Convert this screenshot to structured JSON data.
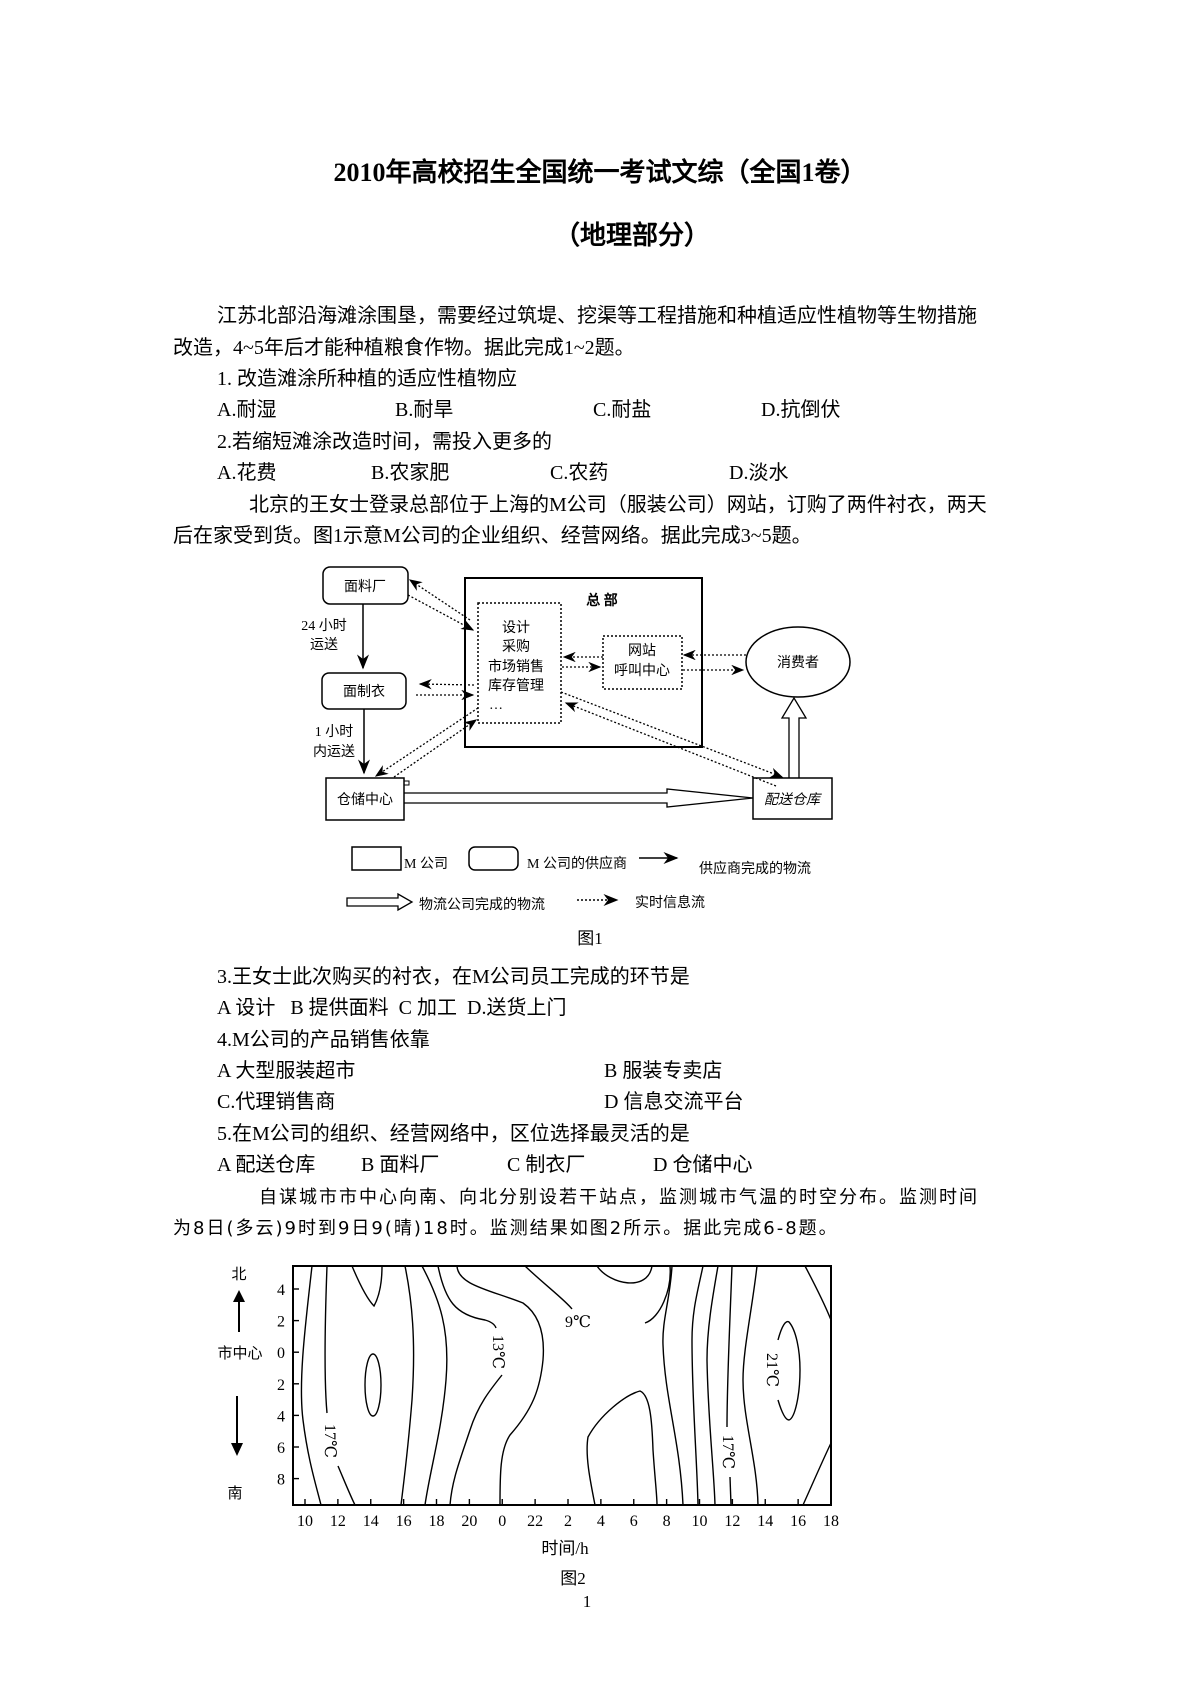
{
  "title": "2010年高校招生全国统一考试文综（全国1卷）",
  "subtitle": "（地理部分）",
  "passage1": {
    "line1": "江苏北部沿海滩涂围垦，需要经过筑堤、挖渠等工程措施和种植适应性植物等生物措施",
    "line2": "改造，4~5年后才能种植粮食作物。据此完成1~2题。"
  },
  "q1": {
    "stem": "1.    改造滩涂所种植的适应性植物应",
    "options": [
      "A.耐湿",
      "B.耐旱",
      "C.耐盐",
      "D.抗倒伏"
    ]
  },
  "q2": {
    "stem": "2.若缩短滩涂改造时间，需投入更多的",
    "options": [
      "A.花费",
      "B.农家肥",
      "C.农药",
      "D.淡水"
    ]
  },
  "passage2": {
    "line1": "北京的王女士登录总部位于上海的M公司（服装公司）网站，订购了两件衬衣，两天",
    "line2": "后在家受到货。图1示意M公司的企业组织、经营网络。据此完成3~5题。"
  },
  "figure1": {
    "caption": "图1",
    "nodes": {
      "fabric_factory": "面料厂",
      "garment_factory": "面制衣",
      "storage_center": "仓储中心",
      "headquarters": "总  部",
      "hq_functions": [
        "设计",
        "采购",
        "市场销售",
        "库存管理",
        "…"
      ],
      "website": [
        "网站",
        "呼叫中心"
      ],
      "consumer": "消费者",
      "delivery_warehouse": "配送仓库"
    },
    "edge_labels": {
      "fabric_to_garment": [
        "24 小时",
        "运送"
      ],
      "garment_to_storage": [
        "1 小时",
        "内运送"
      ]
    },
    "legend": {
      "company": "M 公司",
      "supplier": "M 公司的供应商",
      "supplier_logistics": "供应商完成的物流",
      "logistics_company": "物流公司完成的物流",
      "info_flow": "实时信息流"
    }
  },
  "q3": {
    "stem": "3.王女士此次购买的衬衣，在M公司员工完成的环节是",
    "options_line": "A 设计   B 提供面料  C 加工  D.送货上门"
  },
  "q4": {
    "stem": "4.M公司的产品销售依靠",
    "options": [
      "A 大型服装超市",
      "B 服装专卖店",
      "C.代理销售商",
      "D 信息交流平台"
    ]
  },
  "q5": {
    "stem": "5.在M公司的组织、经营网络中，区位选择最灵活的是",
    "options": [
      "A 配送仓库",
      "B 面料厂",
      "C 制衣厂",
      "D 仓储中心"
    ]
  },
  "passage3": {
    "line1": "自谋城市市中心向南、向北分别设若干站点，监测城市气温的时空分布。监测时间",
    "line2": "为8日(多云)9时到9日9(晴)18时。监测结果如图2所示。据此完成6-8题。"
  },
  "chart_data": {
    "type": "contour",
    "title": "图2",
    "xlabel": "时间/h",
    "xticks": [
      "10",
      "12",
      "14",
      "16",
      "18",
      "20",
      "0",
      "22",
      "2",
      "4",
      "6",
      "8",
      "10",
      "12",
      "14",
      "16",
      "18"
    ],
    "yticks": [
      "4",
      "2",
      "0",
      "2",
      "4",
      "6",
      "8"
    ],
    "ylabels": {
      "top": "北",
      "center": "市中心",
      "bottom": "南"
    },
    "contour_labels": [
      "9℃",
      "13℃",
      "17℃",
      "17℃",
      "21℃"
    ],
    "grid": false
  },
  "page_number": "1"
}
